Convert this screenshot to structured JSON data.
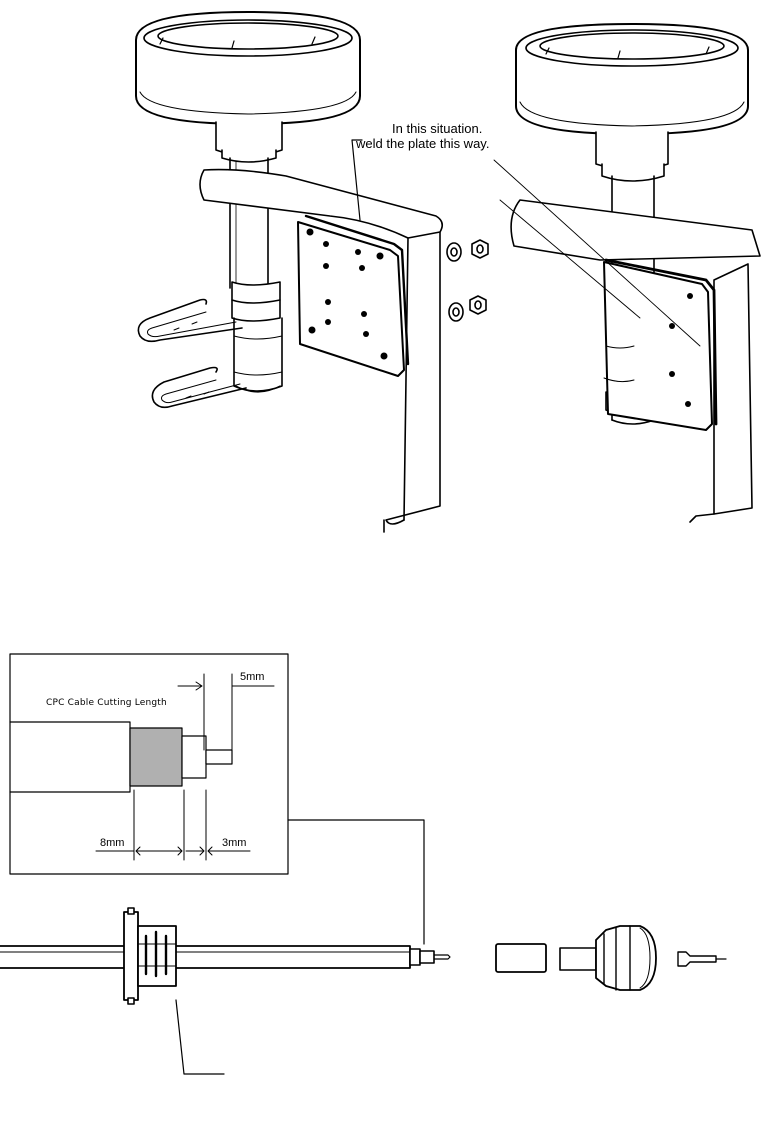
{
  "mount_instructions": {
    "note_line1": "In this situation.",
    "note_line2": "weld the plate this way."
  },
  "cable_cutting": {
    "title": "CPC Cable Cutting Length",
    "dim_pin": "5mm",
    "dim_jacket": "8mm",
    "dim_insulation": "3mm"
  }
}
